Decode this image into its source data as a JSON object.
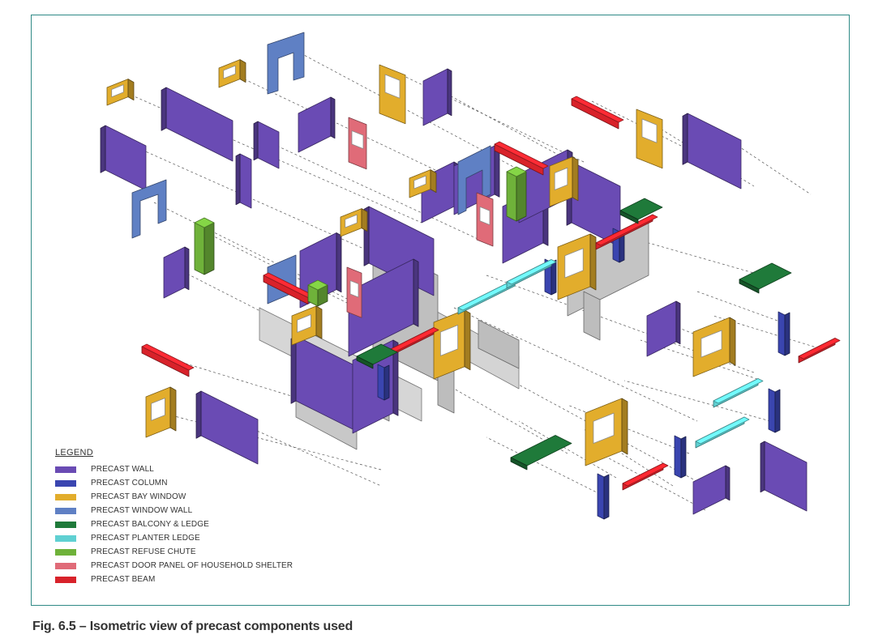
{
  "figure": {
    "caption": "Fig. 6.5 –  Isometric view of precast components used"
  },
  "legend": {
    "title": "LEGEND",
    "items": [
      {
        "label": "PRECAST WALL",
        "color": "#6a4bb4"
      },
      {
        "label": "PRECAST COLUMN",
        "color": "#3a45b0"
      },
      {
        "label": "PRECAST BAY WINDOW",
        "color": "#e2ad2c"
      },
      {
        "label": "PRECAST WINDOW WALL",
        "color": "#5f80c4"
      },
      {
        "label": "PRECAST BALCONY & LEDGE",
        "color": "#1f7a3a"
      },
      {
        "label": "PRECAST PLANTER LEDGE",
        "color": "#5fd0d2"
      },
      {
        "label": "PRECAST REFUSE CHUTE",
        "color": "#6fb23a"
      },
      {
        "label": "PRECAST DOOR PANEL OF HOUSEHOLD SHELTER",
        "color": "#e06b78"
      },
      {
        "label": "PRECAST BEAM",
        "color": "#d8222a"
      }
    ]
  },
  "colors": {
    "frame_border": "#2f8a86",
    "wall": "#6a4bb4",
    "column": "#3a45b0",
    "bay_window": "#e2ad2c",
    "window_wall": "#5f80c4",
    "balcony": "#1f7a3a",
    "planter": "#5fd0d2",
    "refuse_chute": "#6fb23a",
    "door_panel": "#e06b78",
    "beam": "#d8222a",
    "slab": "#c8c8c8"
  }
}
